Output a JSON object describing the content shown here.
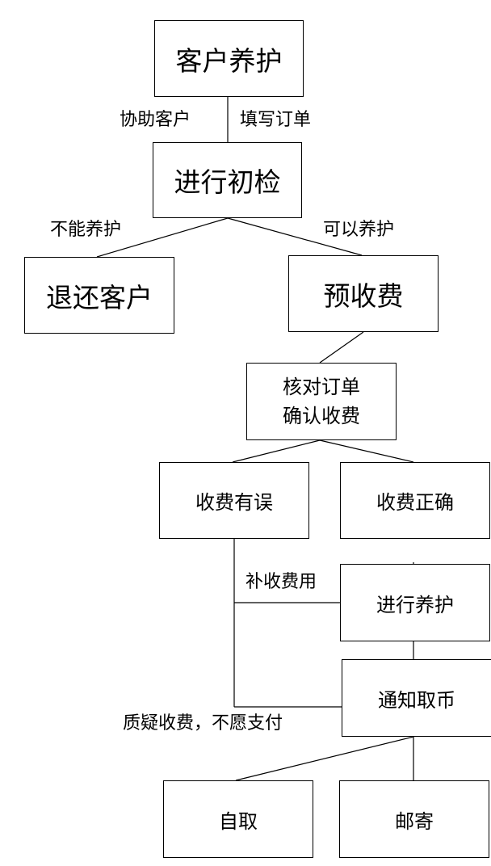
{
  "nodes": {
    "customer_maintenance": "客户养护",
    "initial_inspection": "进行初检",
    "return_to_customer": "退还客户",
    "prepayment": "预收费",
    "verify_order_line1": "核对订单",
    "verify_order_line2": "确认收费",
    "billing_error": "收费有误",
    "billing_correct": "收费正确",
    "perform_maintenance": "进行养护",
    "notify_pickup": "通知取币",
    "self_pickup": "自取",
    "mail": "邮寄"
  },
  "edge_labels": {
    "assist_customer": "协助客户",
    "fill_order": "填写订单",
    "cannot_maintain": "不能养护",
    "can_maintain": "可以养护",
    "supplement_fee": "补收费用",
    "dispute_fee": "质疑收费，不愿支付"
  }
}
